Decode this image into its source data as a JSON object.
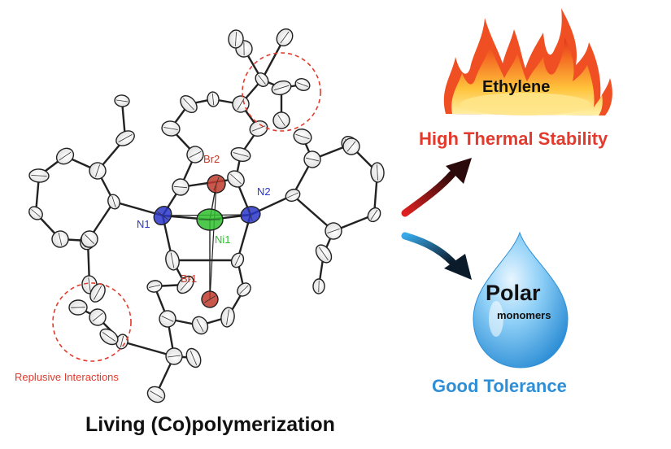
{
  "figure": {
    "atoms": {
      "br2": "Br2",
      "br1": "Br1",
      "n1": "N1",
      "n2": "N2",
      "ni1": "Ni1"
    },
    "annotation": "Replusive Interactions",
    "bottom_caption": "Living (Co)polymerization",
    "ethylene_label": "Ethylene",
    "thermal_caption": "High Thermal Stability",
    "polar_label": "Polar",
    "monomers_label": "monomers",
    "tolerance_caption": "Good Tolerance"
  },
  "colors": {
    "red_text": "#e23a2c",
    "blue_text": "#2f8fd6",
    "nitrogen": "#2a36c8",
    "nickel": "#2fbf2f",
    "bromine": "#c0392b",
    "flame_outer": "#f04e23",
    "flame_inner": "#ffb020",
    "drop": "#3ba6e8"
  }
}
